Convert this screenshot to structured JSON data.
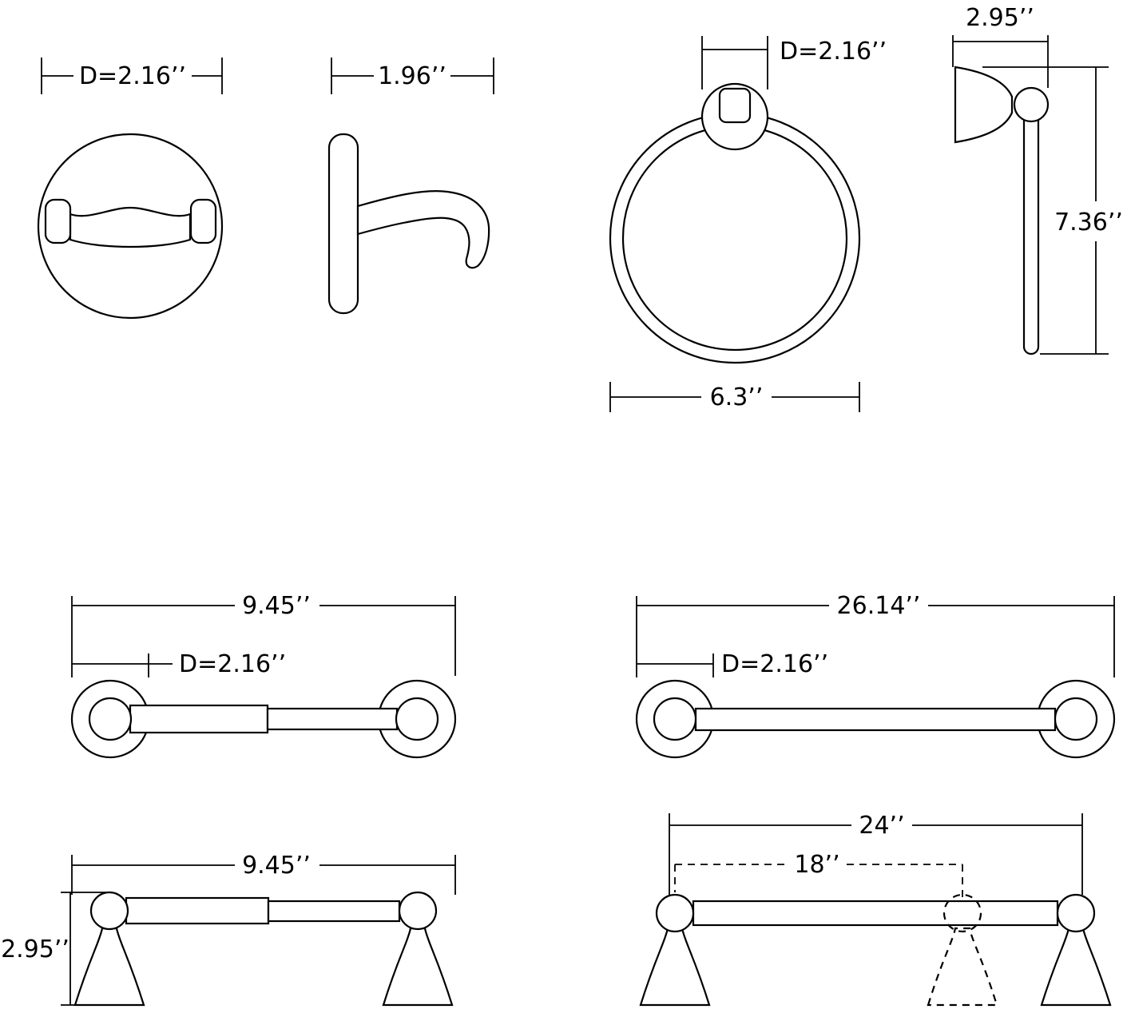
{
  "drawing": {
    "robe_hook_front": {
      "diameter_label": "D=2.16’’"
    },
    "robe_hook_side": {
      "depth_label": "1.96’’"
    },
    "towel_ring_front": {
      "mount_diameter_label": "D=2.16’’",
      "ring_diameter_label": "6.3’’"
    },
    "towel_ring_side": {
      "projection_label": "2.95’’",
      "height_label": "7.36’’"
    },
    "paper_holder": {
      "width_label": "9.45’’",
      "flange_diameter_label": "D=2.16’’"
    },
    "towel_bar_long": {
      "width_label": "26.14’’",
      "flange_diameter_label": "D=2.16’’"
    },
    "paper_holder_posts": {
      "width_label": "9.45’’",
      "height_label": "2.95’’"
    },
    "towel_bar_24": {
      "overall_width_label": "24’’",
      "post_spacing_label": "18’’"
    }
  },
  "colors": {
    "line": "#000000",
    "background": "#ffffff"
  }
}
